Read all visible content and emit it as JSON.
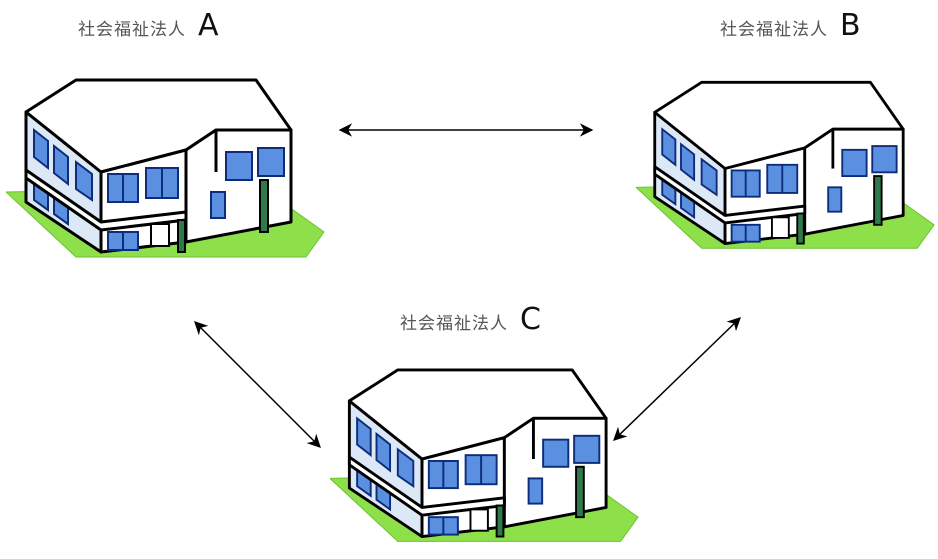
{
  "nodes": [
    {
      "id": "a",
      "name": "社会福祉法人",
      "letter": "A"
    },
    {
      "id": "b",
      "name": "社会福祉法人",
      "letter": "B"
    },
    {
      "id": "c",
      "name": "社会福祉法人",
      "letter": "C"
    }
  ],
  "colors": {
    "grass": "#8ee04a",
    "window": "#5b8fe0",
    "window_frame": "#0d2d7a",
    "wall": "#ffffff",
    "wall_shade": "#dde8f6",
    "pillar": "#2f7a4a",
    "outline": "#000000",
    "arrow": "#000000"
  },
  "icons": [
    "building-icon",
    "double-arrow-icon"
  ]
}
